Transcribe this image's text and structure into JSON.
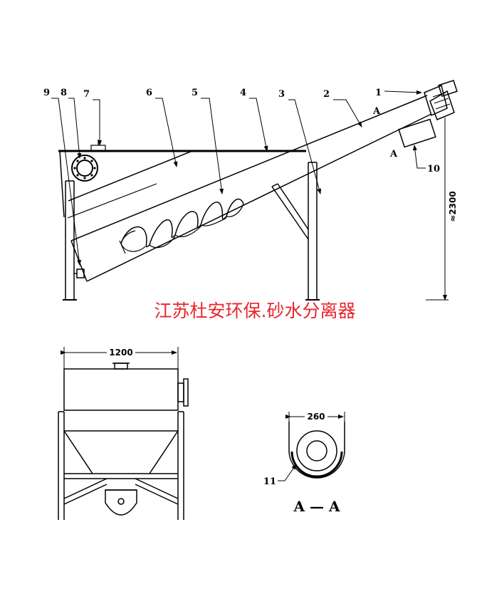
{
  "caption": "江苏杜安环保.砂水分离器",
  "part_labels": [
    "1",
    "2",
    "3",
    "4",
    "5",
    "6",
    "7",
    "8",
    "9",
    "10",
    "11"
  ],
  "section_marks": {
    "upper": "A",
    "lower": "A"
  },
  "dimensions": {
    "height": "≈2300",
    "width_end_view": "1200",
    "width_section": "260"
  },
  "section_title": "A — A",
  "colors": {
    "caption": "#e8262d",
    "line": "#000000"
  }
}
